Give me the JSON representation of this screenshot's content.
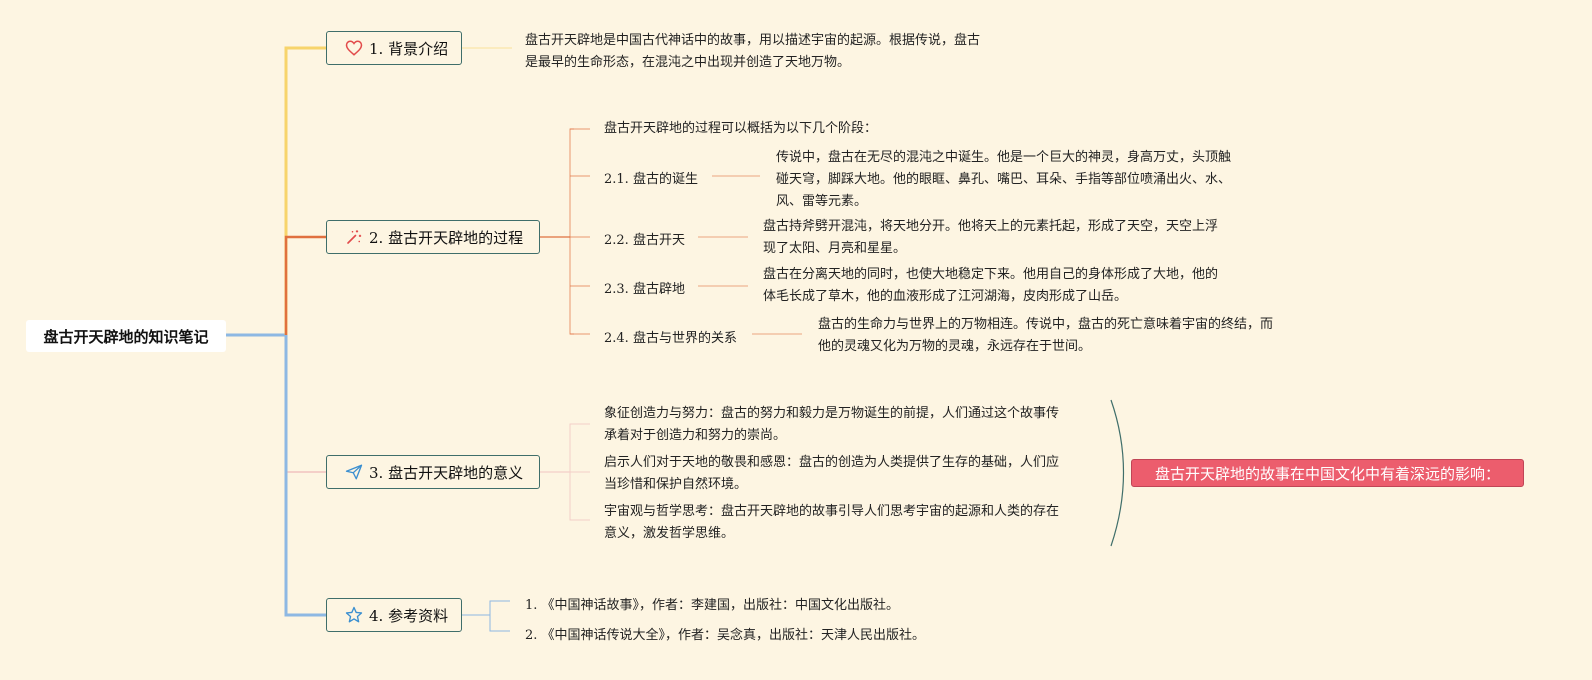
{
  "root": {
    "title": "盘古开天辟地的知识笔记"
  },
  "branches": [
    {
      "label": "1. 背景介绍",
      "icon": "heart-icon",
      "color": "#f7d46b",
      "text": [
        "盘古开天辟地是中国古代神话中的故事，用以描述宇宙的起源。根据传说，盘古",
        "是最早的生命形态，在混沌之中出现并创造了天地万物。"
      ]
    },
    {
      "label": "2. 盘古开天辟地的过程",
      "icon": "magic-wand-icon",
      "color": "#e0703f",
      "intro": "盘古开天辟地的过程可以概括为以下几个阶段：",
      "stages": [
        {
          "label": "2.1. 盘古的诞生",
          "text": [
            "传说中，盘古在无尽的混沌之中诞生。他是一个巨大的神灵，身高万丈，头顶触",
            "碰天穹，脚踩大地。他的眼眶、鼻孔、嘴巴、耳朵、手指等部位喷涌出火、水、",
            "风、雷等元素。"
          ]
        },
        {
          "label": "2.2. 盘古开天",
          "text": [
            "盘古持斧劈开混沌，将天地分开。他将天上的元素托起，形成了天空，天空上浮",
            "现了太阳、月亮和星星。"
          ]
        },
        {
          "label": "2.3. 盘古辟地",
          "text": [
            "盘古在分离天地的同时，也使大地稳定下来。他用自己的身体形成了大地，他的",
            "体毛长成了草木，他的血液形成了江河湖海，皮肉形成了山岳。"
          ]
        },
        {
          "label": "2.4. 盘古与世界的关系",
          "text": [
            "盘古的生命力与世界上的万物相连。传说中，盘古的死亡意味着宇宙的终结，而",
            "他的灵魂又化为万物的灵魂，永远存在于世间。"
          ]
        }
      ]
    },
    {
      "label": "3. 盘古开天辟地的意义",
      "icon": "paper-plane-icon",
      "color": "#f4cfc8",
      "items": [
        [
          "象征创造力与努力：盘古的努力和毅力是万物诞生的前提，人们通过这个故事传",
          "承着对于创造力和努力的崇尚。"
        ],
        [
          "启示人们对于天地的敬畏和感恩：盘古的创造为人类提供了生存的基础，人们应",
          "当珍惜和保护自然环境。"
        ],
        [
          "宇宙观与哲学思考：盘古开天辟地的故事引导人们思考宇宙的起源和人类的存在",
          "意义，激发哲学思维。"
        ]
      ],
      "summary": "盘古开天辟地的故事在中国文化中有着深远的影响："
    },
    {
      "label": "4. 参考资料",
      "icon": "star-icon",
      "color": "#8db8e3",
      "refs": [
        "1. 《中国神话故事》，作者：李建国，出版社：中国文化出版社。",
        "2. 《中国神话传说大全》，作者：吴念真，出版社：天津人民出版社。"
      ]
    }
  ]
}
